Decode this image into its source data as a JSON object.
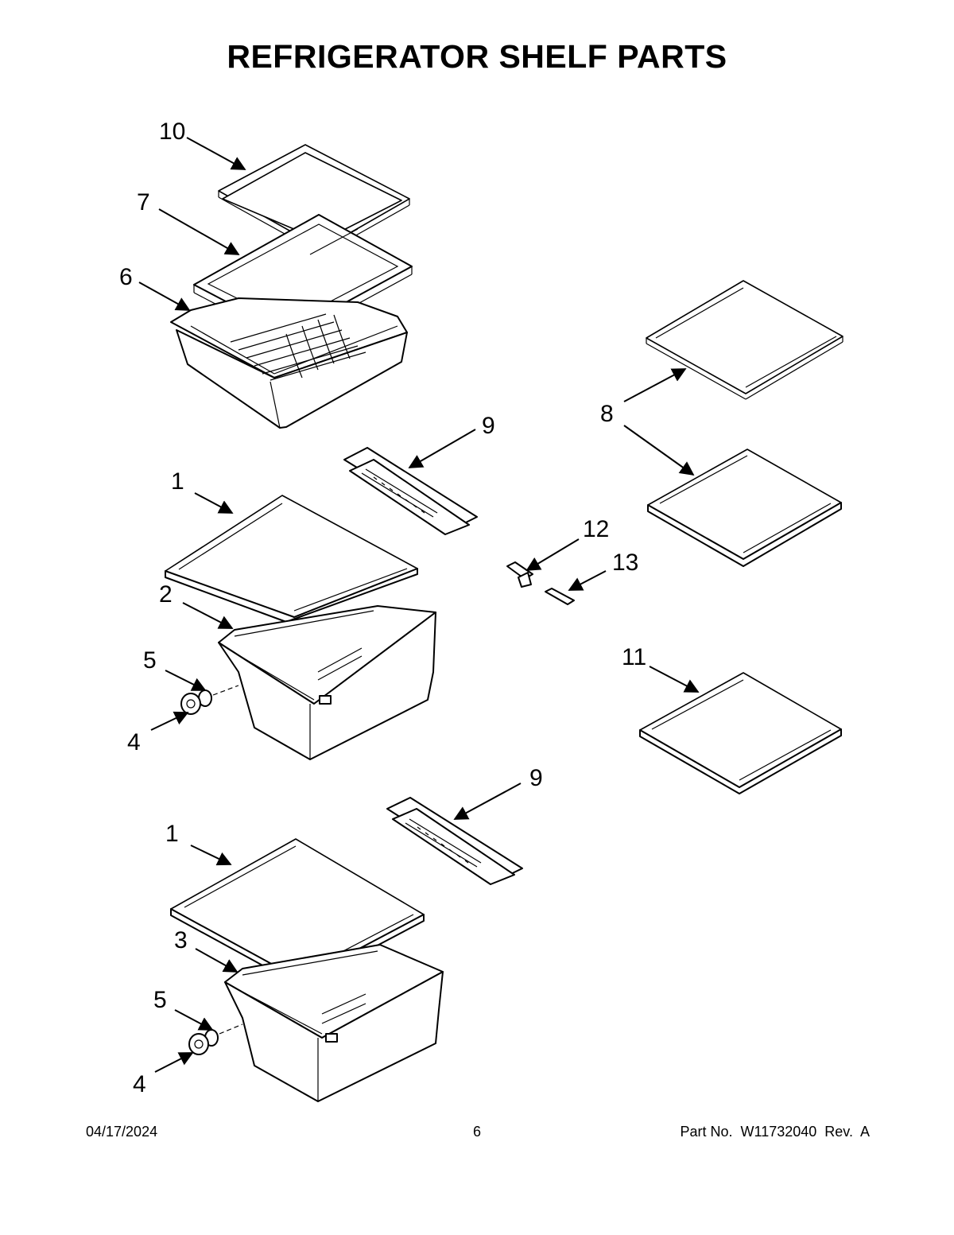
{
  "page_title": "REFRIGERATOR SHELF PARTS",
  "callouts": [
    "10",
    "7",
    "6",
    "9",
    "8",
    "1",
    "12",
    "13",
    "2",
    "5",
    "4",
    "11",
    "9",
    "1",
    "3",
    "5",
    "4"
  ],
  "footer": {
    "date": "04/17/2024",
    "page": "6",
    "part_no": "Part No.  W11732040  Rev.  A"
  }
}
